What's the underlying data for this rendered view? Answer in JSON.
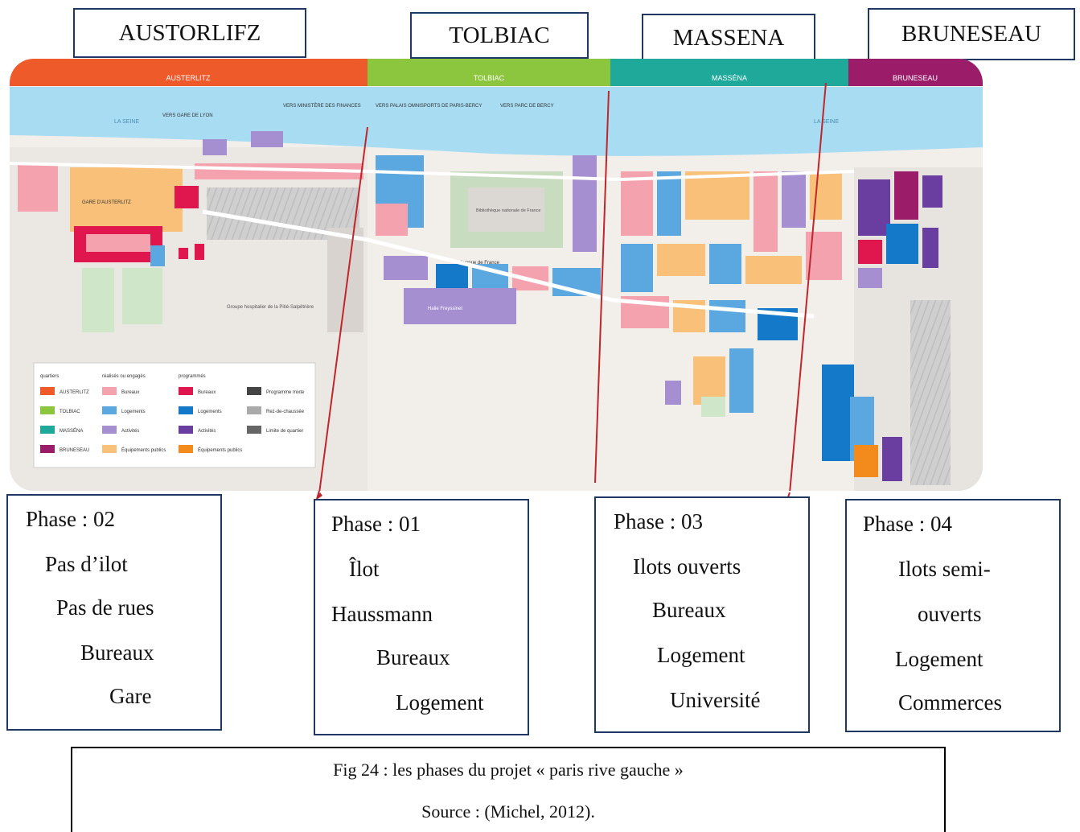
{
  "zones": [
    {
      "id": "austerlitz",
      "label": "AUSTORLIFZ",
      "band_text": "AUSTERLITZ",
      "color": "#ee5a2a"
    },
    {
      "id": "tolbiac",
      "label": "TOLBIAC",
      "band_text": "TOLBIAC",
      "color": "#8cc63f"
    },
    {
      "id": "massena",
      "label": "MASSENA",
      "band_text": "MASSÉNA",
      "color": "#1fa99a"
    },
    {
      "id": "bruneseau",
      "label": "BRUNESEAU",
      "band_text": "BRUNESEAU",
      "color": "#9b1d6a"
    }
  ],
  "phases": [
    {
      "title": "Phase : 02",
      "lines": [
        "Pas d’ilot",
        "Pas de rues",
        "Bureaux",
        "Gare"
      ]
    },
    {
      "title": "Phase : 01",
      "lines": [
        "Îlot",
        "Haussmann",
        "Bureaux",
        "Logement"
      ]
    },
    {
      "title": "Phase : 03",
      "lines": [
        "Ilots ouverts",
        "Bureaux",
        "Logement",
        "Université"
      ]
    },
    {
      "title": "Phase : 04",
      "lines": [
        "Ilots semi-",
        "ouverts",
        "Logement",
        "Commerces"
      ]
    }
  ],
  "map": {
    "river_label_left": "LA SEINE",
    "river_label_right": "LA SEINE",
    "labels": {
      "gare_lyon": "VERS GARE DE LYON",
      "ministere": "VERS MINISTÈRE DES FINANCES",
      "palais_bercy": "VERS PALAIS OMNISPORTS DE PARIS-BERCY",
      "parc_bercy": "VERS PARC DE BERCY",
      "gare_austerlitz": "GARE D'AUSTERLITZ",
      "bnf": "Bibliothèque nationale de France",
      "halle": "Halle Freyssinet",
      "hopital": "Groupe hospitalier de la Pitié-Salpêtrière",
      "avenue_france": "Avenue de France"
    },
    "legend": {
      "col_quartiers": "quartiers",
      "col_realises": "réalisés ou engagés",
      "col_programmes": "programmés",
      "quartiers": [
        {
          "label": "AUSTERLITZ",
          "color": "#ee5a2a"
        },
        {
          "label": "TOLBIAC",
          "color": "#8cc63f"
        },
        {
          "label": "MASSÉNA",
          "color": "#1fa99a"
        },
        {
          "label": "BRUNESEAU",
          "color": "#9b1d6a"
        }
      ],
      "realises": [
        {
          "label": "Bureaux",
          "color": "#f4a3ae"
        },
        {
          "label": "Logements",
          "color": "#5ba7e0"
        },
        {
          "label": "Activités",
          "color": "#a58fd1"
        },
        {
          "label": "Équipements publics",
          "color": "#f9c07a"
        }
      ],
      "programmes": [
        {
          "label": "Bureaux",
          "color": "#e0174f"
        },
        {
          "label": "Logements",
          "color": "#1479c8"
        },
        {
          "label": "Activités",
          "color": "#6a3ea1"
        },
        {
          "label": "Équipements publics",
          "color": "#f28a1c"
        }
      ],
      "other": [
        {
          "label": "Programme mixte",
          "color": "#444"
        },
        {
          "label": "Rez-de-chaussée",
          "color": "#aaa"
        },
        {
          "label": "Limite de quartier",
          "color": "#666"
        }
      ]
    }
  },
  "caption": {
    "line1": "Fig 24 : les phases du projet « paris rive gauche »",
    "line2": "Source : (Michel, 2012)."
  }
}
